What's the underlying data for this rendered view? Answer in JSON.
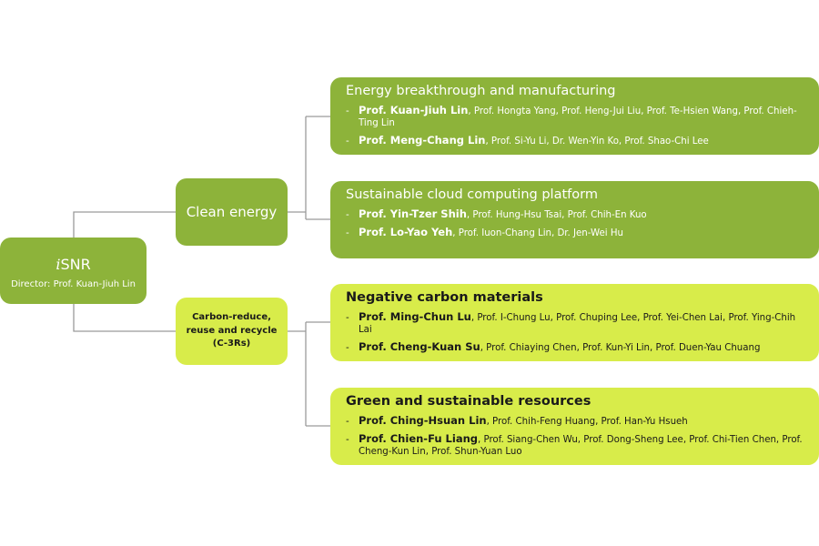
{
  "root": {
    "prefix": "i",
    "name": "SNR",
    "director": "Director: Prof. Kuan-Jiuh Lin"
  },
  "branches": [
    {
      "label": "Clean energy"
    },
    {
      "label": "Carbon-reduce, reuse and recycle (C-3Rs)"
    }
  ],
  "groups": [
    {
      "title": "Energy breakthrough and manufacturing",
      "items": [
        {
          "lead": "Prof. Kuan-Jiuh Lin",
          "rest": ", Prof. Hongta Yang, Prof. Heng-Jui Liu, Prof. Te-Hsien Wang, Prof. Chieh-Ting Lin"
        },
        {
          "lead": "Prof. Meng-Chang Lin",
          "rest": ", Prof. Si-Yu Li, Dr. Wen-Yin Ko, Prof. Shao-Chi Lee"
        }
      ]
    },
    {
      "title": "Sustainable cloud computing platform",
      "items": [
        {
          "lead": "Prof. Yin-Tzer Shih",
          "rest": ", Prof. Hung-Hsu Tsai, Prof. Chih-En Kuo"
        },
        {
          "lead": "Prof. Lo-Yao Yeh",
          "rest": ", Prof. Iuon-Chang Lin, Dr. Jen-Wei Hu"
        }
      ]
    },
    {
      "title": "Negative carbon materials",
      "items": [
        {
          "lead": "Prof. Ming-Chun Lu",
          "rest": ", Prof. I-Chung Lu, Prof. Chuping Lee, Prof. Yei-Chen Lai, Prof. Ying-Chih Lai"
        },
        {
          "lead": "Prof. Cheng-Kuan Su",
          "rest": ", Prof. Chiaying Chen, Prof. Kun-Yi Lin, Prof. Duen-Yau Chuang"
        }
      ]
    },
    {
      "title": "Green and sustainable resources",
      "items": [
        {
          "lead": "Prof. Ching-Hsuan Lin",
          "rest": ", Prof. Chih-Feng Huang, Prof. Han-Yu Hsueh"
        },
        {
          "lead": "Prof. Chien-Fu Liang",
          "rest": ", Prof. Siang-Chen Wu, Prof. Dong-Sheng Lee, Prof. Chi-Tien Chen, Prof. Cheng-Kun Lin, Prof. Shun-Yuan Luo"
        }
      ]
    }
  ],
  "colors": {
    "dark_green": "#8db33a",
    "lime": "#d8ec4a",
    "connector": "#9a9a9a"
  }
}
